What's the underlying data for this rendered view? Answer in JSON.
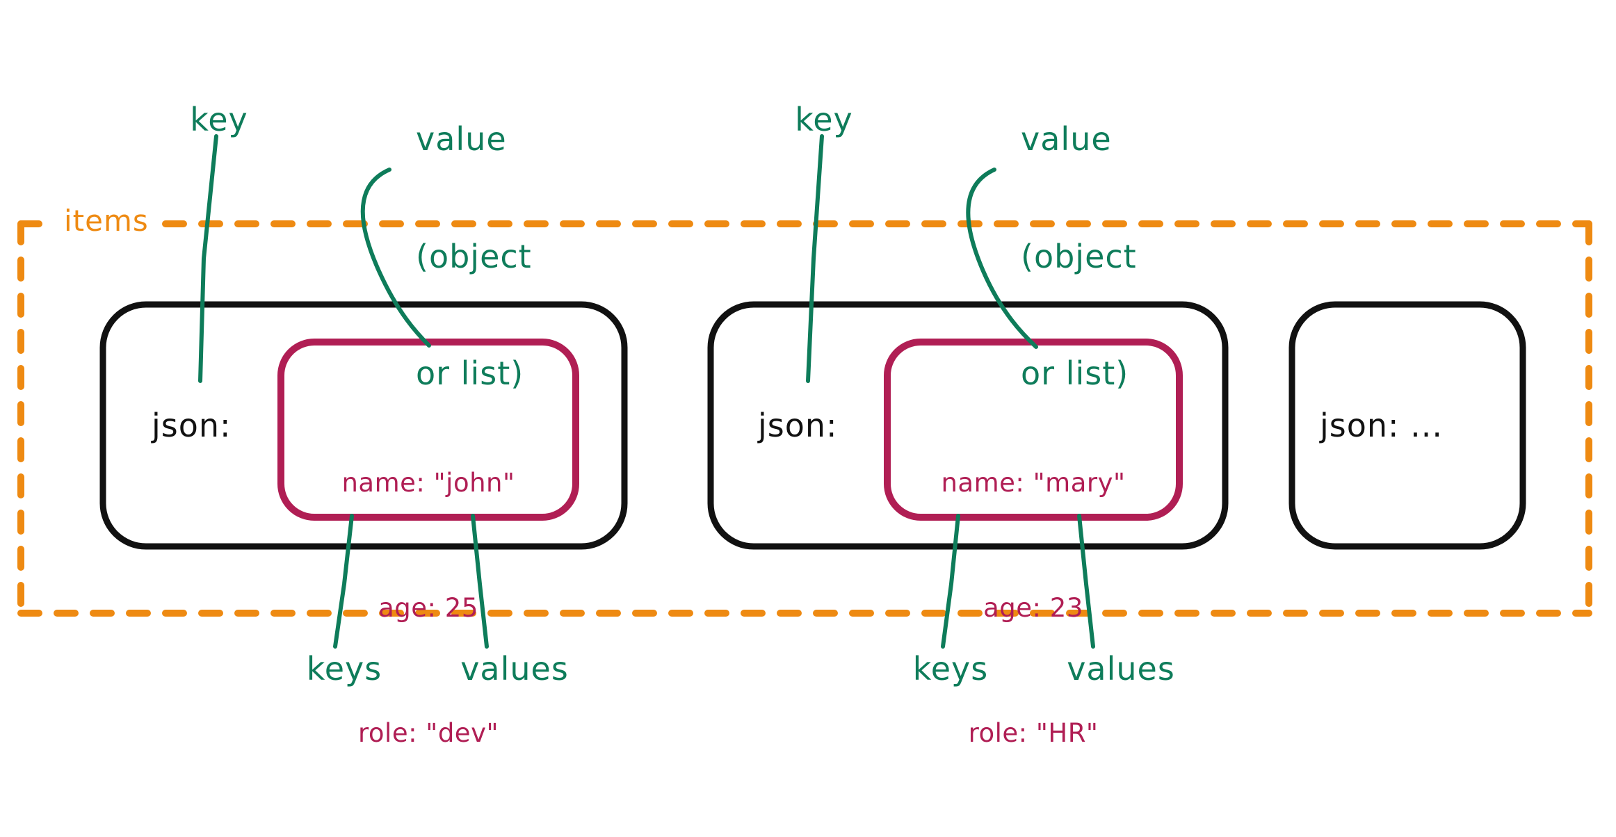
{
  "diagram": {
    "title": "JSON items container structure",
    "container": {
      "label": "items",
      "border_style": "dashed",
      "color": "#EE8A12"
    },
    "colors": {
      "annotation_green": "#0E7C5A",
      "container_orange": "#EE8A12",
      "value_crimson": "#B01E54",
      "card_black": "#111111",
      "background": "#FFFFFF"
    },
    "annotations": {
      "key": "key",
      "value_object_or_list": [
        "value",
        "(object",
        "or list)"
      ],
      "keys": "keys",
      "values": "values"
    },
    "cards": [
      {
        "key_label": "json:",
        "value": {
          "lines": [
            "name: \"john\"",
            "age: 25",
            "role: \"dev\""
          ],
          "entries": [
            {
              "key": "name",
              "value": "\"john\""
            },
            {
              "key": "age",
              "value": "25"
            },
            {
              "key": "role",
              "value": "\"dev\""
            }
          ]
        },
        "annotations": {
          "key": "key",
          "value": [
            "value",
            "(object",
            "or list)"
          ],
          "keys": "keys",
          "values": "values"
        }
      },
      {
        "key_label": "json:",
        "value": {
          "lines": [
            "name: \"mary\"",
            "age: 23",
            "role: \"HR\""
          ],
          "entries": [
            {
              "key": "name",
              "value": "\"mary\""
            },
            {
              "key": "age",
              "value": "23"
            },
            {
              "key": "role",
              "value": "\"HR\""
            }
          ]
        },
        "annotations": {
          "key": "key",
          "value": [
            "value",
            "(object",
            "or list)"
          ],
          "keys": "keys",
          "values": "values"
        }
      },
      {
        "key_label": "json: ...",
        "value": null,
        "annotations": {}
      }
    ]
  }
}
